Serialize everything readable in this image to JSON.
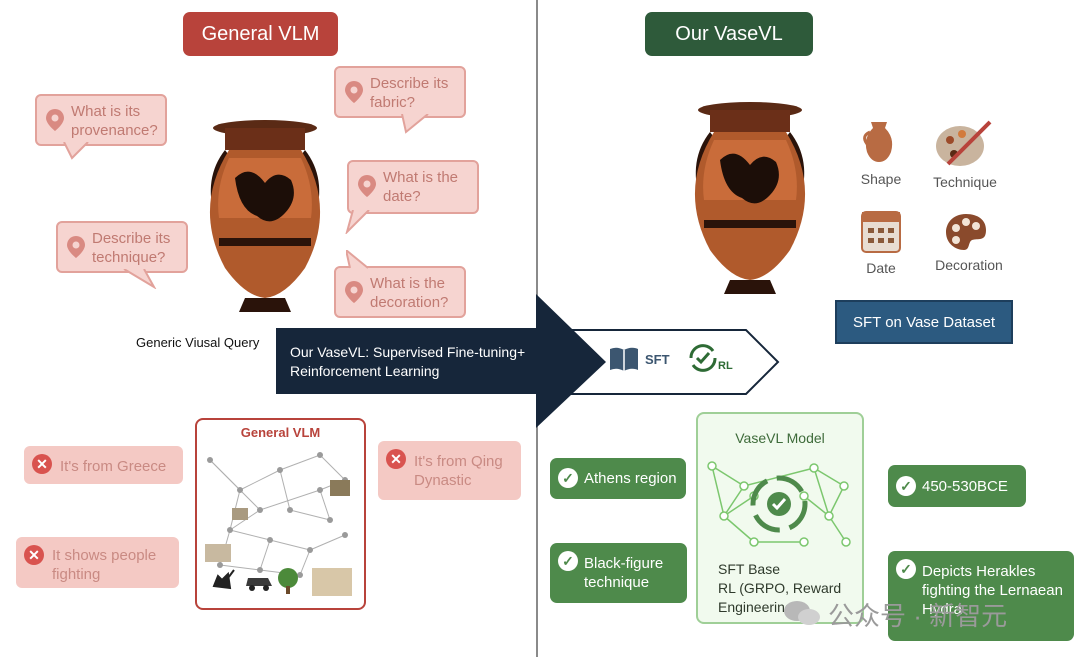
{
  "left_header": "General VLM",
  "right_header": "Our VaseVL",
  "questions": [
    "What is its provenance?",
    "Describe its fabric?",
    "What is the date?",
    "Describe its technique?",
    "What is the decoration?"
  ],
  "query_label": "Generic Viusal Query",
  "arrow_text_line1": "Our VaseVL: Supervised Fine-tuning+",
  "arrow_text_line2": "Reinforcement Learning",
  "stages": {
    "sft": "SFT",
    "rl": "RL"
  },
  "attributes": [
    "Shape",
    "Technique",
    "Date",
    "Decoration"
  ],
  "sft_dataset": "SFT on Vase Dataset",
  "general_vlm_box_title": "General VLM",
  "wrong_answers": [
    "It's from Greece",
    "It's from Qing Dynastic",
    "It shows people fighting"
  ],
  "vasevl_model": {
    "title": "VaseVL Model",
    "line1": "SFT Base",
    "line2": "RL (GRPO, Reward",
    "line3": "Engineering)"
  },
  "correct_answers": [
    "Athens region",
    "Black-figure technique",
    "450-530BCE",
    "Depicts Herakles fighting the Lernaean Hydra"
  ],
  "watermark": "公众号 · 新智元",
  "colors": {
    "red_header": "#b8433b",
    "green_header": "#2e5a3a",
    "arrow_navy": "#16263a",
    "sft_blue": "#2c5a80"
  }
}
